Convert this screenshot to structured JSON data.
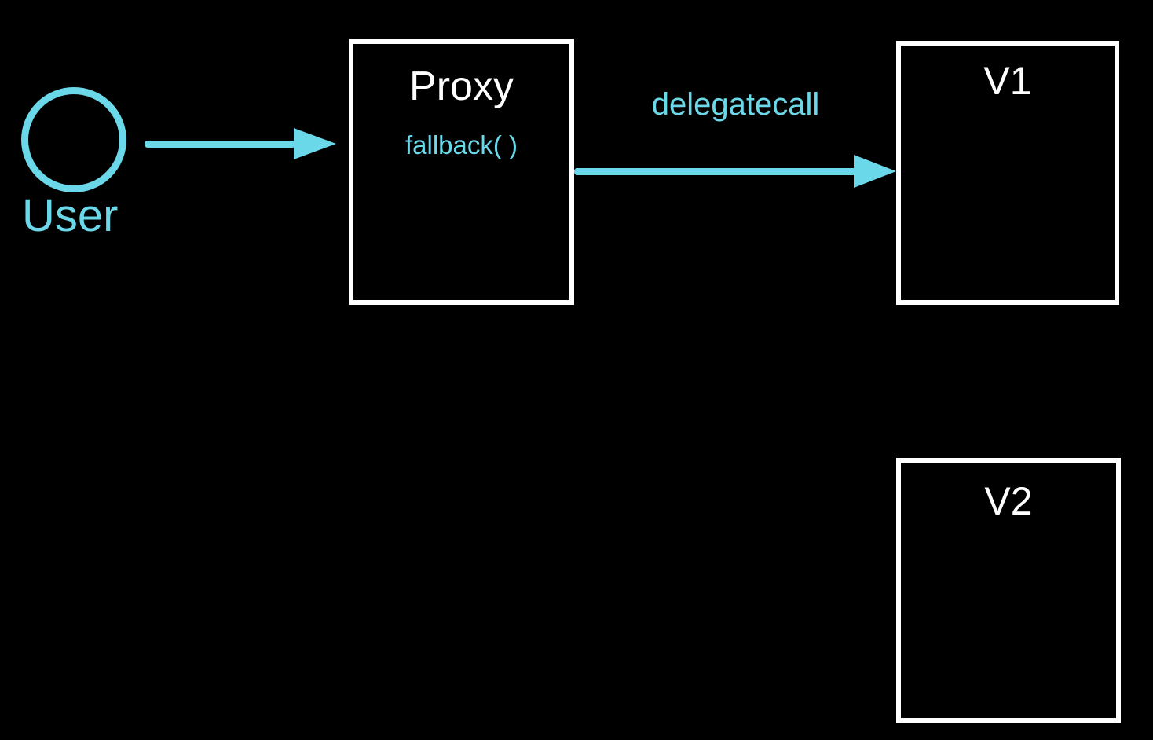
{
  "colors": {
    "background": "#000000",
    "accent_cyan": "#6bd8ea",
    "box_border": "#ffffff",
    "text_white": "#ffffff"
  },
  "diagram": {
    "user": {
      "label": "User",
      "icon": "person-circle-icon"
    },
    "proxy": {
      "title": "Proxy",
      "method": "fallback( )"
    },
    "v1": {
      "title": "V1"
    },
    "v2": {
      "title": "V2"
    },
    "arrows": [
      {
        "from": "User",
        "to": "Proxy",
        "label": ""
      },
      {
        "from": "Proxy",
        "to": "V1",
        "label": "delegatecall"
      }
    ]
  }
}
